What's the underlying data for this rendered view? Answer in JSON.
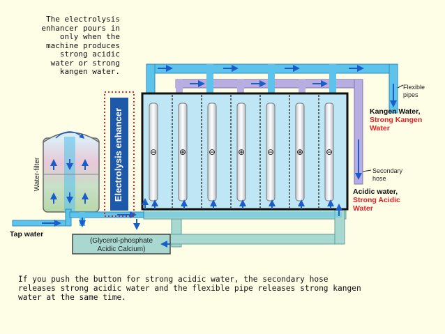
{
  "top_note": "The electrolysis\nenhancer pours in\nonly when the\nmachine produces\nstrong acidic\nwater or strong\nkangen water.",
  "bottom_note": "If you push the button for strong acidic water, the secondary hose\nreleases strong acidic water and the flexible pipe releases strong kangen\nwater at the same time.",
  "labels": {
    "water_filter": "Water-filter",
    "tap_water": "Tap water",
    "electrolysis_enhancer": "Electrolysis enhancer",
    "glycerol_line1": "(Glycerol-phosphate",
    "glycerol_line2": "Acidic Calcium)",
    "flexible_line1": "Flexible",
    "flexible_line2": "pipes",
    "kangen_line1": "Kangen Water,",
    "kangen_line2": "Strong Kangen",
    "kangen_line3": "Water",
    "secondary_line1": "Secondary",
    "secondary_line2": "hose",
    "acidic_line1": "Acidic water,",
    "acidic_line2": "Strong Acidic",
    "acidic_line3": "Water"
  },
  "electrodes": [
    "⊖",
    "⊕",
    "⊖",
    "⊕",
    "⊖",
    "⊕",
    "⊖"
  ],
  "colors": {
    "pipe_blue": "#5ec3ea",
    "pipe_lavender": "#b8aee0",
    "pipe_teal": "#a8d8d0",
    "cell_fill": "#bfe6f4",
    "enhancer_blue": "#1e58a8",
    "accent_red": "#e0202a",
    "arrow_blue": "#1a5cc8"
  }
}
